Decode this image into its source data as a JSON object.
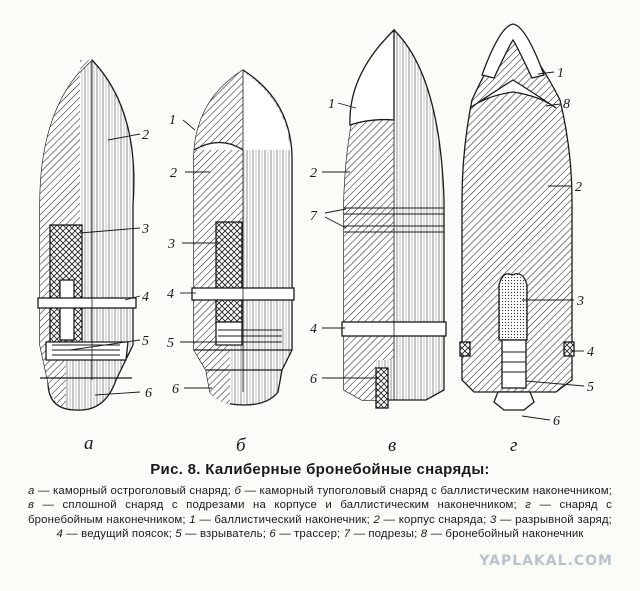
{
  "figure": {
    "callouts": {
      "a": [
        "2",
        "3",
        "4",
        "5",
        "6"
      ],
      "b": [
        "1",
        "2",
        "3",
        "4",
        "5",
        "6"
      ],
      "v": [
        "1",
        "2",
        "7",
        "4",
        "6"
      ],
      "g": [
        "1",
        "8",
        "2",
        "3",
        "4",
        "5",
        "6"
      ]
    },
    "sub_letters": {
      "a": "а",
      "b": "б",
      "v": "в",
      "g": "г"
    }
  },
  "caption": {
    "title": "Рис. 8. Калиберные бронебойные снаряды:",
    "body": [
      {
        "k": "а",
        "t": " — каморный остроголовый снаряд; "
      },
      {
        "k": "б",
        "t": " — каморный тупоголовый снаряд с баллистическим наконечником; "
      },
      {
        "k": "в",
        "t": " — сплошной снаряд с подрезами на корпусе и баллистическим наконечником; "
      },
      {
        "k": "г",
        "t": " — снаряд с бронебойным наконечником; "
      },
      {
        "k": "1",
        "t": " — баллистический наконечник; "
      },
      {
        "k": "2",
        "t": " — корпус снаряда; "
      },
      {
        "k": "3",
        "t": " — разрывной заряд; "
      },
      {
        "k": "4",
        "t": " — ведущий поясок; "
      },
      {
        "k": "5",
        "t": " — взрыватель; "
      },
      {
        "k": "6",
        "t": " — трассер; "
      },
      {
        "k": "7",
        "t": " — подрезы; "
      },
      {
        "k": "8",
        "t": " — бронебойный наконечник"
      }
    ]
  },
  "watermark": "YAPLAKAL.COM"
}
